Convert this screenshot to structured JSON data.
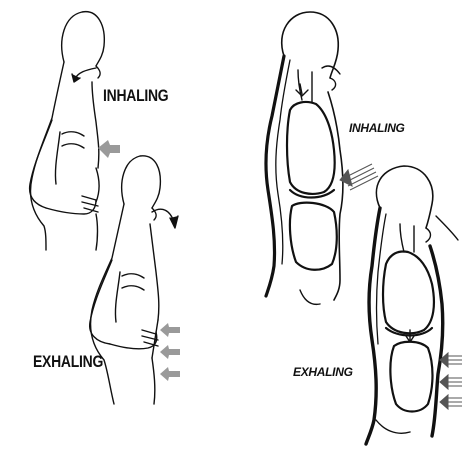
{
  "labels": {
    "inhaling_left": "INHALING",
    "exhaling_left": "EXHALING",
    "inhaling_right": "INHALING",
    "exhaling_right": "EXHALING"
  },
  "colors": {
    "line": "#111111",
    "arrow_gray": "#9a9a9a",
    "background": "#ffffff"
  }
}
